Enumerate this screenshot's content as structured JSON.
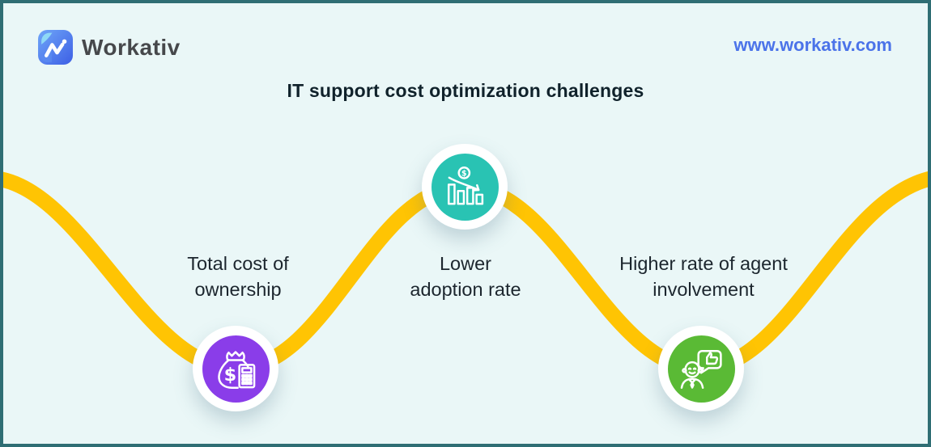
{
  "frame": {
    "background": "#EAF7F7",
    "border_color": "#2F6E74"
  },
  "header": {
    "logo": {
      "icon": "workativ-logo-icon",
      "text": "Workativ"
    },
    "website": "www.workativ.com"
  },
  "title": "IT support cost optimization challenges",
  "wave": {
    "color": "#FFC403",
    "shape": "sine-wave",
    "crests": 3,
    "troughs": 2
  },
  "challenges": [
    {
      "id": "total-cost-of-ownership",
      "line1": "Total cost of",
      "line2": "ownership",
      "color": "#8A3DE9",
      "icon": "money-bag-calculator-icon",
      "position": "trough"
    },
    {
      "id": "lower-adoption-rate",
      "line1": "Lower",
      "line2": "adoption rate",
      "color": "#29C3B3",
      "icon": "declining-cost-chart-icon",
      "position": "crest"
    },
    {
      "id": "higher-agent-involvement",
      "line1": "Higher rate of agent",
      "line2": "involvement",
      "color": "#5ABA35",
      "icon": "agent-thumbs-up-icon",
      "position": "trough"
    }
  ]
}
